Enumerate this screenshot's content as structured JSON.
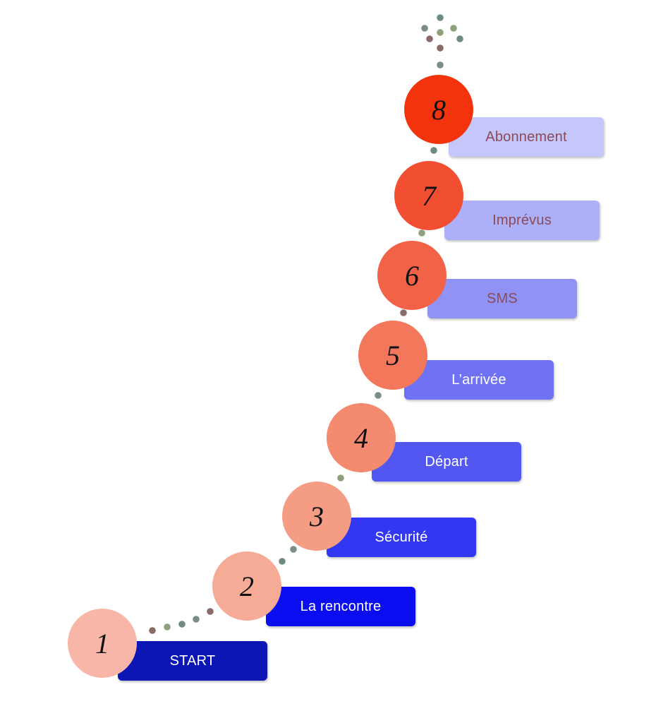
{
  "steps": [
    {
      "number": "1",
      "label": "START",
      "circle_color": "#f7b6a8",
      "box_color": "#0b16b4",
      "text_color": "#ffffff"
    },
    {
      "number": "2",
      "label": "La rencontre",
      "circle_color": "#f6ab97",
      "box_color": "#0a0df0",
      "text_color": "#ffffff"
    },
    {
      "number": "3",
      "label": "Sécurité",
      "circle_color": "#f59c85",
      "box_color": "#3237f4",
      "text_color": "#ffffff"
    },
    {
      "number": "4",
      "label": "Départ",
      "circle_color": "#f48a70",
      "box_color": "#5257f2",
      "text_color": "#ffffff"
    },
    {
      "number": "5",
      "label": "L’arrivée",
      "circle_color": "#f3775b",
      "box_color": "#6f72f4",
      "text_color": "#ffffff"
    },
    {
      "number": "6",
      "label": "SMS",
      "circle_color": "#f26246",
      "box_color": "#9093f5",
      "text_color": "#8a4b58"
    },
    {
      "number": "7",
      "label": "Imprévus",
      "circle_color": "#f24e31",
      "box_color": "#adaff8",
      "text_color": "#8a4b58"
    },
    {
      "number": "8",
      "label": "Abonnement",
      "circle_color": "#f2330c",
      "box_color": "#c5c6fa",
      "text_color": "#8a4b58"
    }
  ],
  "dot_colors": [
    "#8b6b68",
    "#8fa07c",
    "#6f8a7e",
    "#7c8c88"
  ]
}
